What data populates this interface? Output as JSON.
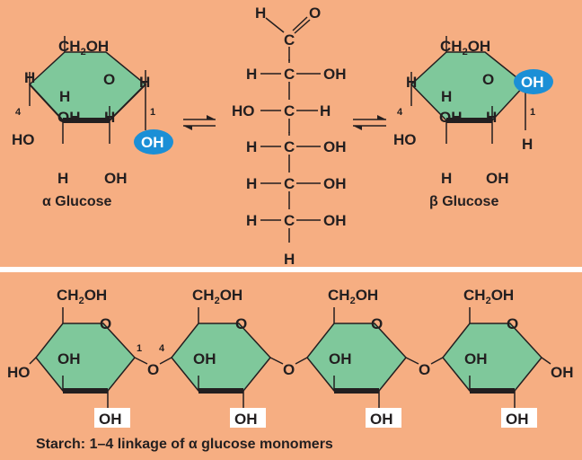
{
  "colors": {
    "background": "#F6AE82",
    "ring": "#7FC89B",
    "highlight": "#1B8FD6",
    "separator": "#FFFFFF"
  },
  "alpha": {
    "ch2oh": "CH",
    "sub2": "2",
    "oh": "OH",
    "o": "O",
    "h_left": "H",
    "h_right": "H",
    "num4": "4",
    "num1": "1",
    "h_inner": "H",
    "oh_inner": "OH",
    "h_inner2": "H",
    "ho": "HO",
    "oh_anomeric": "OH",
    "h_bottom": "H",
    "oh_bottom": "OH",
    "caption": "α Glucose"
  },
  "linear": {
    "h_top": "H",
    "o_top": "O",
    "c": "C",
    "rows": [
      {
        "left": "H",
        "right": "OH"
      },
      {
        "left": "HO",
        "right": "H"
      },
      {
        "left": "H",
        "right": "OH"
      },
      {
        "left": "H",
        "right": "OH"
      },
      {
        "left": "H",
        "right": "OH"
      }
    ],
    "h_bottom": "H"
  },
  "beta": {
    "ch2oh": "CH",
    "sub2": "2",
    "oh": "OH",
    "o": "O",
    "h_left": "H",
    "num4": "4",
    "num1": "1",
    "h_inner": "H",
    "oh_inner": "OH",
    "h_inner2": "H",
    "ho": "HO",
    "oh_anomeric": "OH",
    "h_right": "H",
    "h_bottom": "H",
    "oh_bottom": "OH",
    "caption": "β Glucose"
  },
  "starch": {
    "ch2oh": "CH",
    "sub2": "2",
    "oh": "OH",
    "o": "O",
    "ho": "HO",
    "num1": "1",
    "num4": "4",
    "caption": "Starch: 1–4 linkage of α glucose monomers"
  }
}
